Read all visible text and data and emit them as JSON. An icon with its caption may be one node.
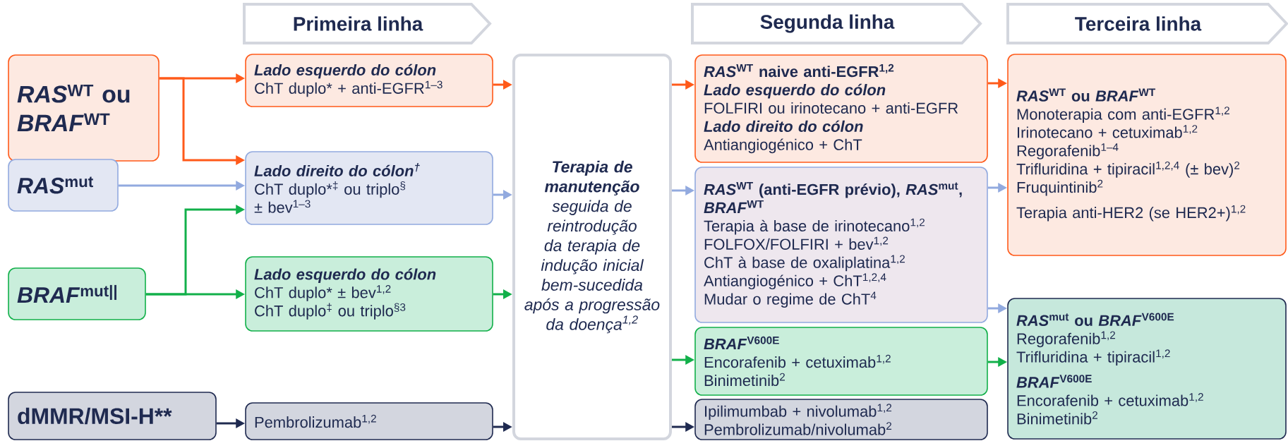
{
  "diagram": {
    "nodes": [
      {
        "text": [
          "Primeira linha"
        ]
      },
      {
        "text": [
          "Segunda linha"
        ]
      },
      {
        "text": [
          "Terceira linha"
        ]
      },
      {
        "text": [
          "*RAS*$^{WT}$ ou *BRAF*$^{WT}$"
        ]
      },
      {
        "text": [
          "*RAS*$^{mut}$"
        ]
      },
      {
        "text": [
          "*BRAF*$^{mut||}$"
        ]
      },
      {
        "text": [
          "dMMR/MSI-H**"
        ]
      },
      {
        "text": [
          "Lado esquerdo do cólon",
          "ChT duplo* + anti-EGFR$^{1–3}$"
        ]
      },
      {
        "text": [
          "Lado direito do cólon$^{†}$",
          "ChT duplo*$^{‡}$ ou triplo$^{§}$",
          "± bev$^{1–3}$"
        ]
      },
      {
        "text": [
          "Lado esquerdo do cólon",
          "ChT duplo* ± bev$^{1,2}$",
          "ChT duplo$^{‡}$ ou triplo$^{§3}$"
        ]
      },
      {
        "text": [
          "Pembrolizumab$^{1,2}$"
        ]
      },
      {
        "text": [
          "**Terapia de manutenção** seguida de reintrodução da terapia de indução inicial bem-sucedida após a progressão da doença$^{1,2}$"
        ]
      },
      {
        "text": [
          "*RAS*$^{WT}$ naive anti-EGFR$^{1,2}$",
          "Lado esquerdo do cólon",
          "FOLFIRI ou irinotecano + anti-EGFR",
          "Lado direito do cólon",
          "Antiangiogénico + ChT"
        ]
      },
      {
        "text": [
          "*RAS*$^{WT}$ (anti-EGFR prévio), *RAS*$^{mut}$, *BRAF*$^{WT}$",
          "Terapia à base de irinotecano$^{1,2}$",
          "FOLFOX/FOLFIRI + bev$^{1,2}$",
          "ChT à base de oxaliplatina$^{1,2}$",
          "Antiangiogénico + ChT$^{1,2,4}$",
          "Mudar o regime de ChT$^{4}$"
        ]
      },
      {
        "text": [
          "*BRAF*$^{V600E}$",
          "Encorafenib + cetuximab$^{1,2}$",
          "Binimetinib$^{2}$"
        ]
      },
      {
        "text": [
          "Ipilimumbab + nivolumab$^{1,2}$",
          "Pembrolizumab/nivolumab$^{2}$"
        ]
      },
      {
        "text": [
          "*RAS*$^{WT}$ ou *BRAF*$^{WT}$",
          "Monoterapia com anti-EGFR$^{1,2}$",
          "Irinotecano + cetuximab$^{1,2}$",
          "Regorafenib$^{1–4}$",
          "Trifluridina + tipiracil$^{1,2,4}$ (± bev)$^{2}$",
          "Fruquintinib$^{2}$",
          "Terapia anti-HER2 (se HER2+)$^{1,2}$"
        ]
      },
      {
        "text": [
          "*RAS*$^{mut}$ ou *BRAF*$^{V600E}$",
          "Regorafenib$^{1,2}$",
          "Trifluridina + tipiracil$^{1,2}$",
          "*BRAF*$^{V600E}$",
          "Encorafenib + cetuximab$^{1,2}$",
          "Binimetinib$^{2}$"
        ]
      }
    ],
    "edges": [
      {
        "from": 3,
        "to": 7,
        "arrow": "to"
      },
      {
        "from": 3,
        "to": 8,
        "arrow": "to"
      },
      {
        "from": 4,
        "to": 8,
        "arrow": "to",
        "color": "#92aadf"
      },
      {
        "from": 5,
        "to": 8,
        "arrow": "to",
        "color": "#12b04a"
      },
      {
        "from": 5,
        "to": 9,
        "arrow": "to",
        "color": "#12b04a"
      },
      {
        "from": 6,
        "to": 10,
        "arrow": "to",
        "color": "#1f2a50"
      },
      {
        "from": 7,
        "to": 11,
        "arrow": "to"
      },
      {
        "from": 8,
        "to": 11,
        "arrow": "to",
        "color": "#92aadf"
      },
      {
        "from": 9,
        "to": 11,
        "arrow": "to",
        "color": "#12b04a"
      },
      {
        "from": 10,
        "to": 11,
        "arrow": "to",
        "color": "#1f2a50"
      },
      {
        "from": 11,
        "to": 12,
        "arrow": "to"
      },
      {
        "from": 11,
        "to": 13,
        "arrow": "to",
        "color": "#92aadf"
      },
      {
        "from": 11,
        "to": 14,
        "arrow": "to",
        "color": "#12b04a"
      },
      {
        "from": 11,
        "to": 15,
        "arrow": "to",
        "color": "#1f2a50"
      },
      {
        "from": 12,
        "to": 16,
        "arrow": "to"
      },
      {
        "from": 13,
        "to": 16,
        "arrow": "to",
        "color": "#92aadf"
      },
      {
        "from": 13,
        "to": 17,
        "arrow": "to",
        "color": "#92aadf"
      },
      {
        "from": 14,
        "to": 17,
        "arrow": "to",
        "color": "#12b04a"
      }
    ]
  }
}
